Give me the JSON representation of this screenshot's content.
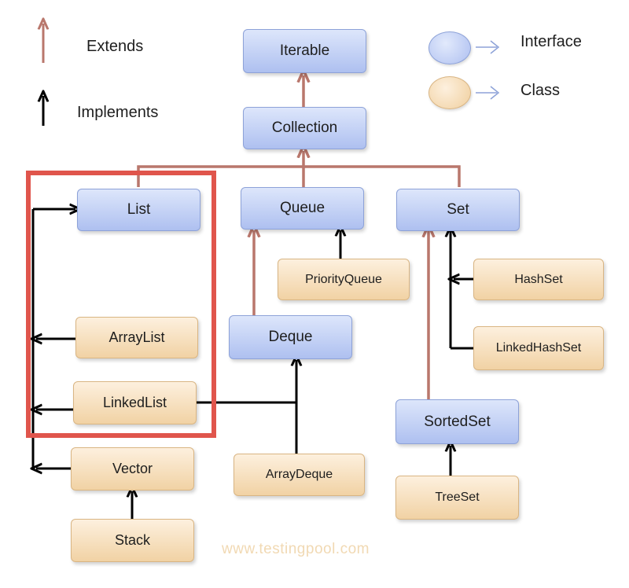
{
  "legend": {
    "extends_label": "Extends",
    "implements_label": "Implements",
    "interface_label": "Interface",
    "class_label": "Class"
  },
  "nodes": {
    "iterable": "Iterable",
    "collection": "Collection",
    "list": "List",
    "queue": "Queue",
    "set": "Set",
    "priority_queue": "PriorityQueue",
    "hash_set": "HashSet",
    "linked_hash_set": "LinkedHashSet",
    "array_list": "ArrayList",
    "deque": "Deque",
    "linked_list": "LinkedList",
    "sorted_set": "SortedSet",
    "vector": "Vector",
    "array_deque": "ArrayDeque",
    "tree_set": "TreeSet",
    "stack": "Stack"
  },
  "watermark": "www.testingpool.com",
  "colors": {
    "extends_arrow": "#b9776c",
    "implements_arrow": "#000000",
    "highlight_box": "#e0554c",
    "interface_fill": "#aec0f0",
    "class_fill": "#f1d2a4"
  }
}
